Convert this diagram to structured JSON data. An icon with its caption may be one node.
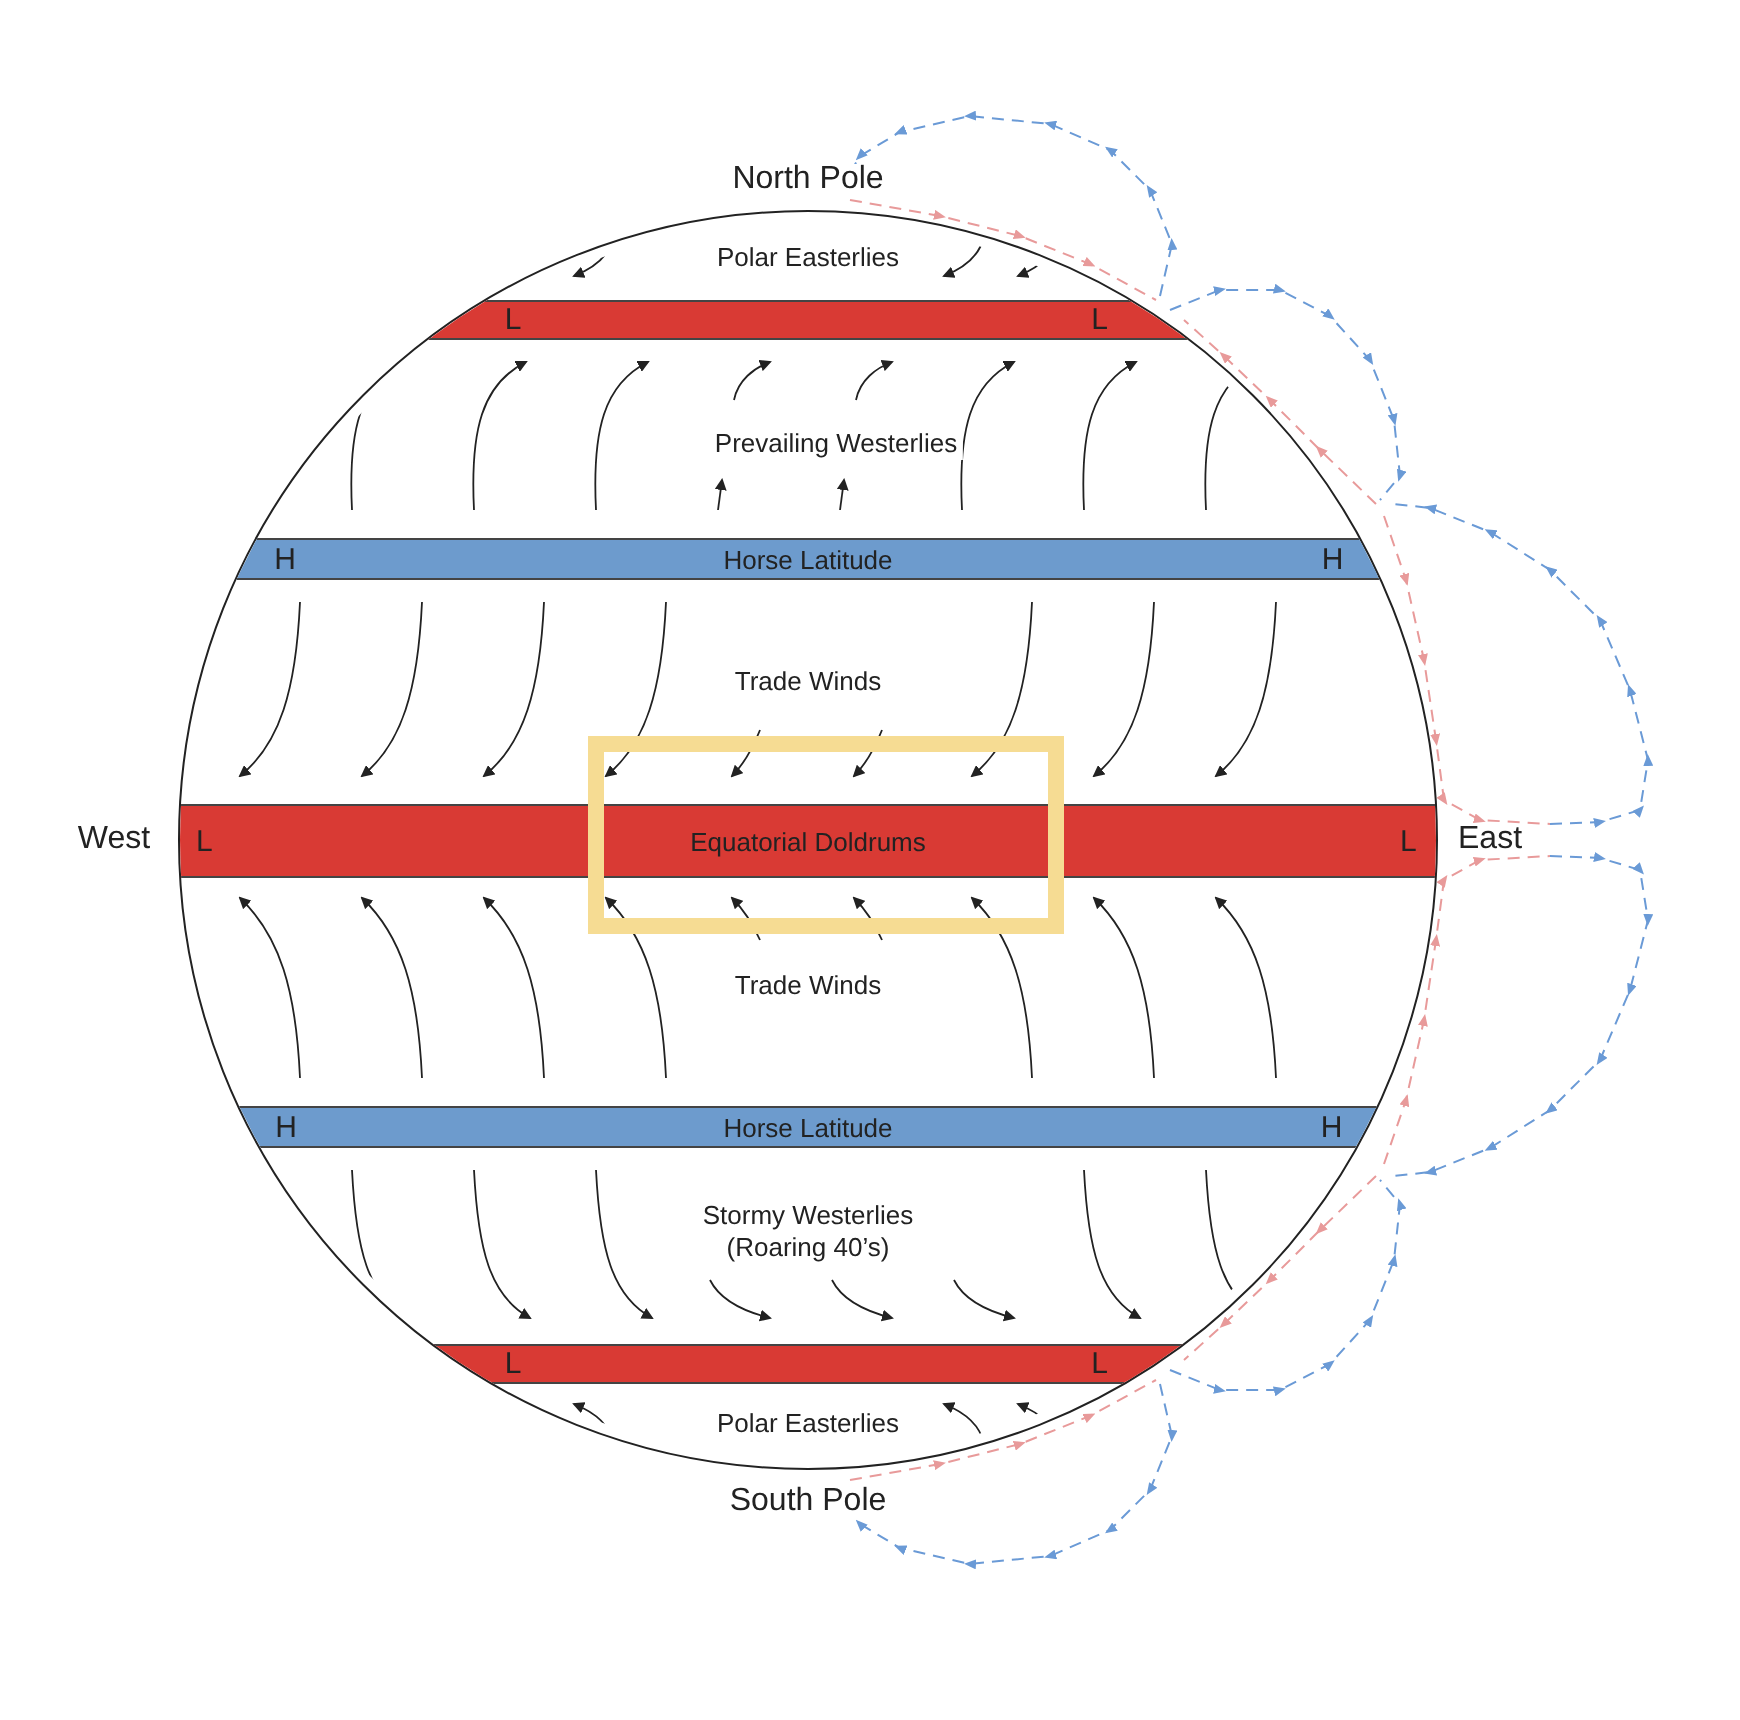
{
  "diagram": {
    "nodes": [
      {
        "text": [],
        "shape": "circle"
      },
      {
        "text": [
          "L",
          "L"
        ],
        "in": 0
      },
      {
        "text": [
          "H",
          "Horse Latitude",
          "H"
        ],
        "in": 0
      },
      {
        "text": [
          "L",
          "Equatorial Doldrums",
          "L"
        ],
        "in": 0
      },
      {
        "text": [
          "H",
          "Horse Latitude",
          "H"
        ],
        "in": 0
      },
      {
        "text": [
          "L",
          "L"
        ],
        "in": 0
      }
    ],
    "labels": [
      "North Pole",
      "Polar Easterlies",
      "Prevailing Westerlies",
      "Trade Winds",
      "West",
      "East",
      "Trade Winds",
      "Stormy Westerlies (Roaring 40’s)",
      "Polar Easterlies",
      "South Pole"
    ]
  }
}
